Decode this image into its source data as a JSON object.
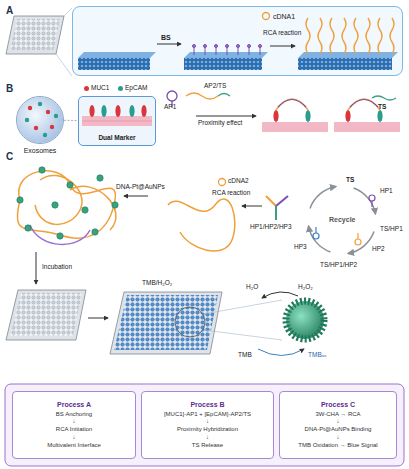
{
  "diagram": {
    "nodes": [
      {
        "text": [
          "BS",
          "cDNA1",
          "RCA reaction"
        ]
      },
      {
        "text": [
          "Exosomes"
        ]
      },
      {
        "text": [
          "Dual Marker"
        ]
      },
      {
        "text": [
          "Process A",
          "BS Anchoring",
          "↓",
          "RCA Initiation",
          "↓",
          "Multivalent Interface"
        ]
      },
      {
        "text": [
          "Process B",
          "[MUC1]-AP1 + [EpCAM]-AP2/TS",
          "↓",
          "Proximity Hybridization",
          "↓",
          "TS Release"
        ]
      },
      {
        "text": [
          "Process C",
          "3W-CHA → RCA",
          "↓",
          "DNA-Pt@AuNPs Binding",
          "↓",
          "TMB Oxidation → Blue Signal"
        ]
      }
    ],
    "edges": [
      {
        "from": 1,
        "to": 2,
        "arrow": "none"
      }
    ],
    "labels": [
      "A",
      "B",
      "C",
      "AP2/TS",
      "AP1",
      "Proximity effect",
      "TS",
      "DNA-Pt@AuNPs",
      "cDNA2",
      "RCA reaction",
      "HP1/HP2/HP3",
      "Recycle",
      "TS",
      "HP1",
      "TS/HP1",
      "HP2",
      "TS/HP1/HP2",
      "HP3",
      "Incubation",
      "TMB/H₂O₂",
      "H₂O",
      "H₂O₂",
      "TMB",
      "TMBₒₓ"
    ],
    "legend": [
      {
        "text": "MUC1",
        "color": "#d9363e"
      },
      {
        "text": "EpCAM",
        "color": "#2a9d8f"
      }
    ]
  }
}
